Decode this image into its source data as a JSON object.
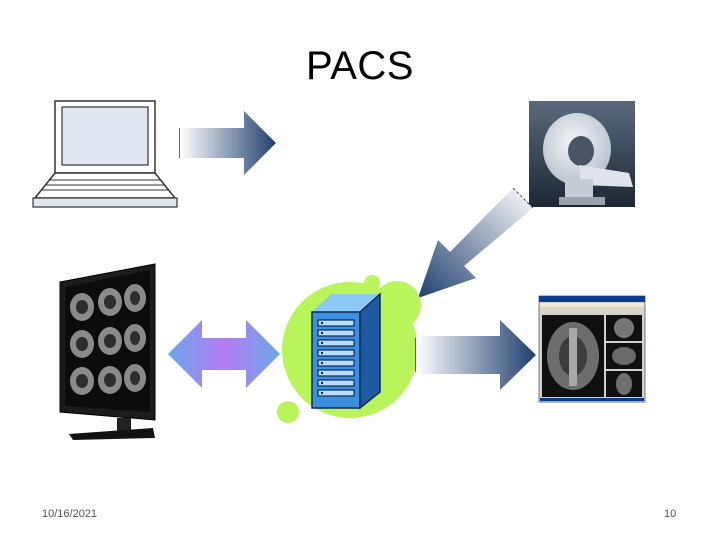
{
  "slide": {
    "title": "PACS",
    "date": "10/16/2021",
    "page_number": "10"
  },
  "icons": {
    "laptop": "laptop-icon",
    "ct_scanner": "ct-scanner-icon",
    "monitor": "medical-monitor-icon",
    "server": "pacs-server-icon",
    "viewer": "ct-viewer-screenshot-icon"
  },
  "colors": {
    "arrow_dark": "#1f3f6e",
    "arrow_light": "#ffffff",
    "double_arrow_blue": "#6aa8e8",
    "double_arrow_purple": "#b27cf2",
    "server_green": "#b9f55a",
    "server_blue": "#3a8fe0"
  }
}
